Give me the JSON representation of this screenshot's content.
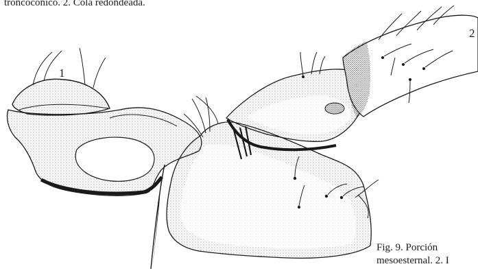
{
  "caption_top": {
    "line1": "troncocónico. 2. Cola redondeada."
  },
  "caption_bottom": {
    "line1": "Fig. 9.  Porción",
    "line2": "mesoesternal. 2. I"
  },
  "labels": {
    "one": "1",
    "two": "2"
  },
  "colors": {
    "ink": "#1a1a1a",
    "paper": "#ffffff",
    "stipple": "#555555"
  }
}
